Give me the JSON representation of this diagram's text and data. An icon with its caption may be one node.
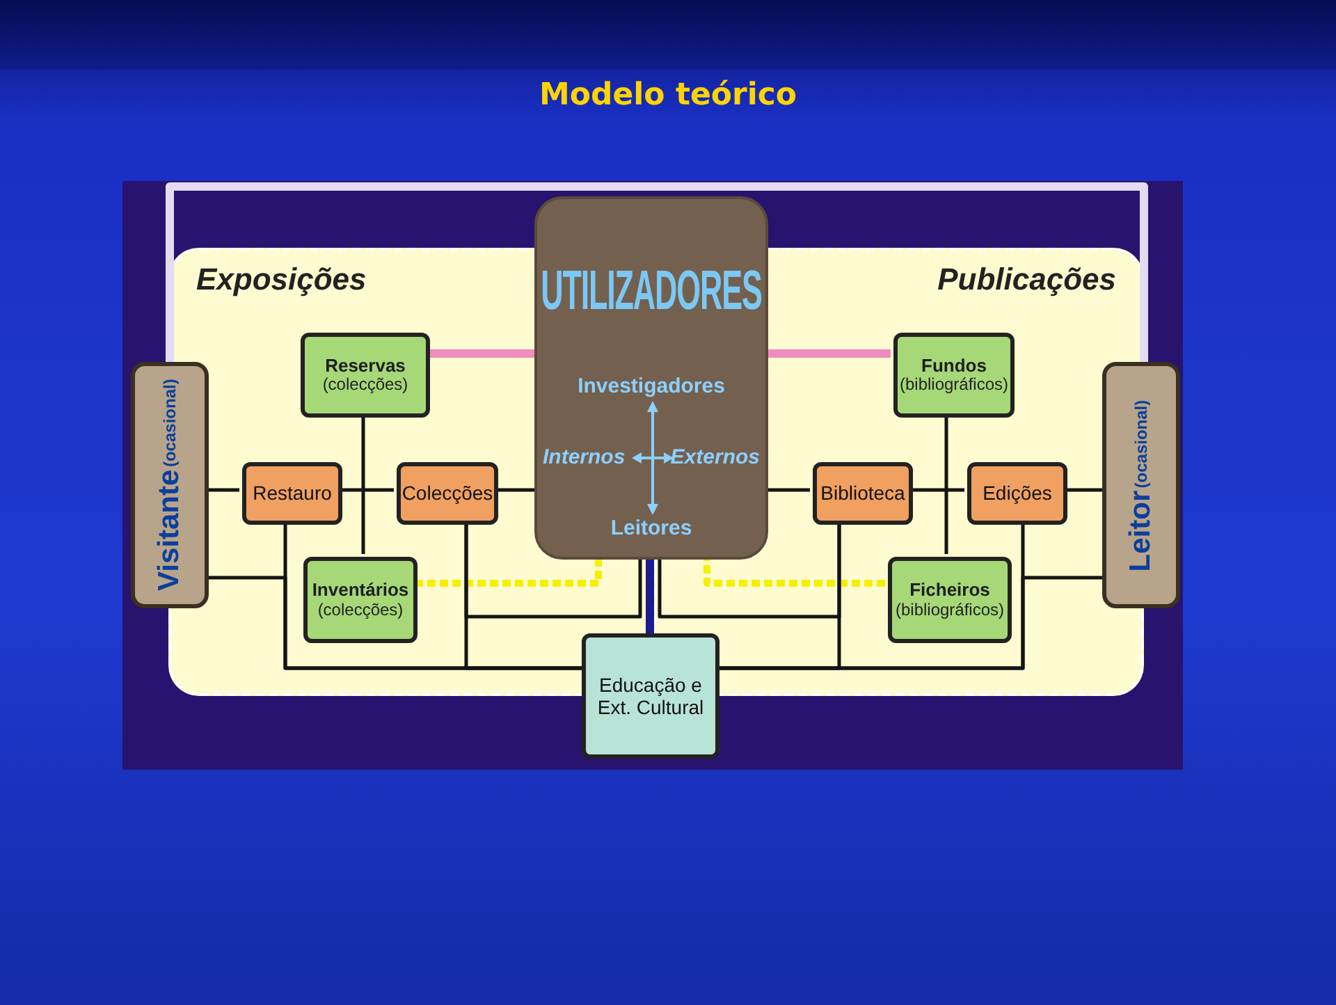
{
  "diagram": {
    "title": "Modelo teórico",
    "nodes": [
      {
        "text": [
          "Exposições"
        ]
      },
      {
        "text": [
          "Publicações"
        ]
      },
      {
        "text": [
          "UTILIZADORES",
          "Investigadores",
          "Internos",
          "Externos",
          "Leitores"
        ]
      },
      {
        "text": [
          "Visitante",
          "(ocasional)"
        ]
      },
      {
        "text": [
          "Reservas",
          "(colecções)"
        ],
        "in": 0
      },
      {
        "text": [
          "Restauro"
        ],
        "in": 0
      },
      {
        "text": [
          "Colecções"
        ],
        "in": 0
      },
      {
        "text": [
          "Inventários",
          "(colecções)"
        ],
        "in": 0
      },
      {
        "text": [
          "Fundos",
          "(bibliográficos)"
        ],
        "in": 1
      },
      {
        "text": [
          "Biblioteca"
        ],
        "in": 1
      },
      {
        "text": [
          "Edições"
        ],
        "in": 1
      },
      {
        "text": [
          "Ficheiros",
          "(bibliográficos)"
        ],
        "in": 1
      },
      {
        "text": [
          "Leitor",
          "(ocasional)"
        ]
      },
      {
        "text": [
          "Educação e Ext. Cultural"
        ]
      }
    ],
    "edges": [
      {
        "from": 3,
        "to": 12,
        "arrow": "none",
        "style": "thick",
        "color": "#e4dcf4"
      },
      {
        "from": 3,
        "to": 5,
        "arrow": "none"
      },
      {
        "from": 5,
        "to": 6,
        "arrow": "none"
      },
      {
        "from": 4,
        "to": 7,
        "arrow": "none"
      },
      {
        "from": 6,
        "to": 2,
        "arrow": "none"
      },
      {
        "from": 4,
        "to": 2,
        "arrow": "none",
        "style": "thick",
        "color": "#f08cc0"
      },
      {
        "from": 7,
        "to": 2,
        "arrow": "none",
        "style": "dashed",
        "color": "#f4f000"
      },
      {
        "from": 5,
        "to": 13,
        "arrow": "none"
      },
      {
        "from": 3,
        "to": 13,
        "arrow": "none"
      },
      {
        "from": 6,
        "to": 13,
        "arrow": "none"
      },
      {
        "from": 6,
        "to": 2,
        "arrow": "none"
      },
      {
        "from": 2,
        "to": 13,
        "arrow": "none",
        "style": "thick",
        "color": "#1c1c8c"
      },
      {
        "from": 8,
        "to": 2,
        "arrow": "none",
        "style": "thick",
        "color": "#f08cc0"
      },
      {
        "from": 2,
        "to": 9,
        "arrow": "none"
      },
      {
        "from": 9,
        "to": 10,
        "arrow": "none"
      },
      {
        "from": 8,
        "to": 11,
        "arrow": "none"
      },
      {
        "from": 10,
        "to": 12,
        "arrow": "none"
      },
      {
        "from": 11,
        "to": 2,
        "arrow": "none",
        "style": "dashed",
        "color": "#f4f000"
      },
      {
        "from": 9,
        "to": 13,
        "arrow": "none"
      },
      {
        "from": 10,
        "to": 13,
        "arrow": "none"
      },
      {
        "from": 12,
        "to": 13,
        "arrow": "none"
      },
      {
        "from": 9,
        "to": 2,
        "arrow": "none"
      }
    ]
  }
}
